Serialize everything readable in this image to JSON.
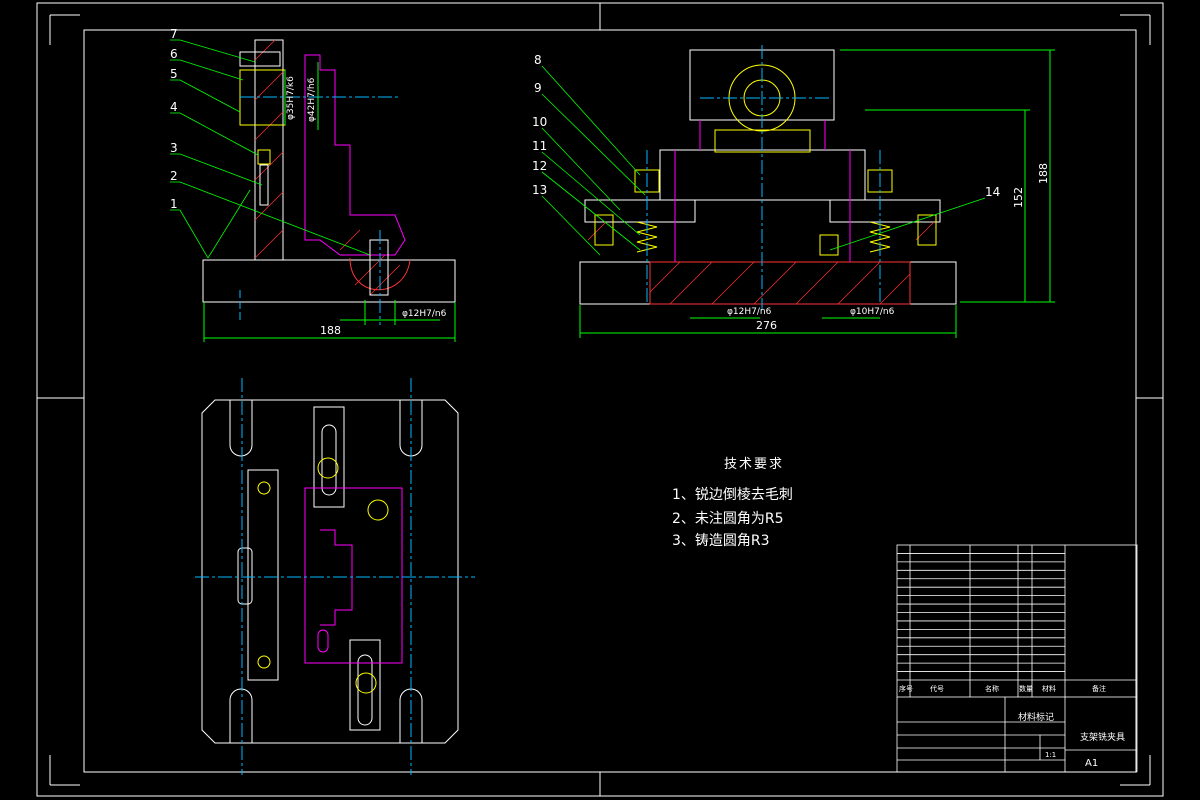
{
  "callouts": {
    "left": [
      "7",
      "6",
      "5",
      "4",
      "3",
      "2",
      "1"
    ],
    "right": [
      "8",
      "9",
      "10",
      "11",
      "12",
      "13",
      "14"
    ]
  },
  "dimensions": {
    "left_width": "188",
    "left_bore_1": "φ35H7/k6",
    "left_bore_2": "φ42H7/h6",
    "left_bottom_fit": "φ12H7/n6",
    "front_width": "276",
    "front_fit_1": "φ12H7/n6",
    "front_fit_2": "φ10H7/n6",
    "front_height_1": "152",
    "front_height_2": "188"
  },
  "technical_requirements": {
    "title": "技术要求",
    "items": [
      "1、锐边倒棱去毛刺",
      "2、未注圆角为R5",
      "3、铸造圆角R3"
    ]
  },
  "title_block": {
    "material_label": "材料标记",
    "drawing_name": "支架铣夹具",
    "scale": "1:1",
    "sheet": "A1",
    "header_cols": [
      "序号",
      "代号",
      "名称",
      "数量",
      "材料",
      "备注"
    ]
  },
  "colors": {
    "outline": "#ffffff",
    "centerline": "#00b7ff",
    "leader": "#00ff00",
    "phantom": "#ff00ff",
    "section": "#ff3333",
    "nut": "#ffff00"
  }
}
